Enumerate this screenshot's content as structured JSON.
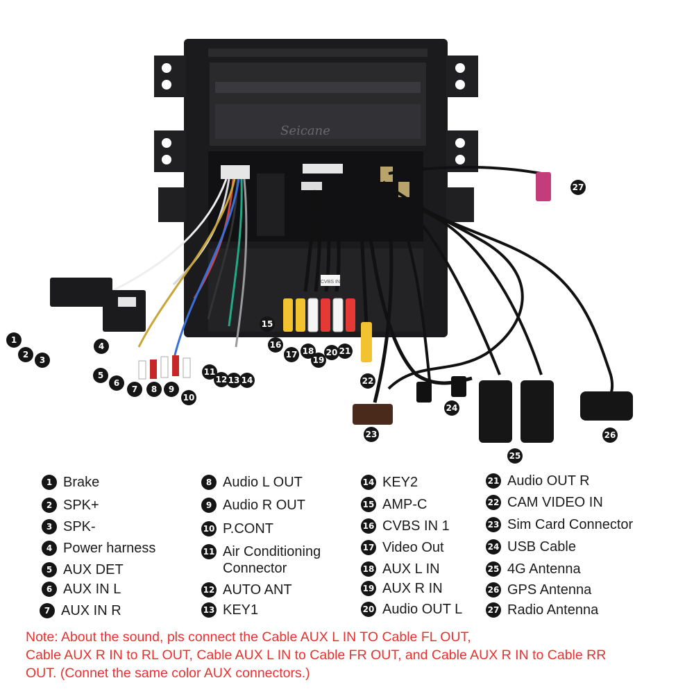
{
  "brand": "Seicane",
  "colors": {
    "callout": "#151515",
    "note": "#e8302d",
    "unit": "#1b1b1d"
  },
  "diagram_label": "CVBS IN",
  "callouts": [
    {
      "n": "1"
    },
    {
      "n": "2"
    },
    {
      "n": "3"
    },
    {
      "n": "4"
    },
    {
      "n": "5"
    },
    {
      "n": "6"
    },
    {
      "n": "7"
    },
    {
      "n": "8"
    },
    {
      "n": "9"
    },
    {
      "n": "10"
    },
    {
      "n": "11"
    },
    {
      "n": "12"
    },
    {
      "n": "13"
    },
    {
      "n": "14"
    },
    {
      "n": "15"
    },
    {
      "n": "16"
    },
    {
      "n": "17"
    },
    {
      "n": "18"
    },
    {
      "n": "19"
    },
    {
      "n": "20"
    },
    {
      "n": "21"
    },
    {
      "n": "22"
    },
    {
      "n": "23"
    },
    {
      "n": "24"
    },
    {
      "n": "25"
    },
    {
      "n": "26"
    },
    {
      "n": "27"
    }
  ],
  "legend": [
    {
      "n": "1",
      "label": "Brake"
    },
    {
      "n": "2",
      "label": "SPK+"
    },
    {
      "n": "3",
      "label": "SPK-"
    },
    {
      "n": "4",
      "label": "Power harness"
    },
    {
      "n": "5",
      "label": "AUX DET"
    },
    {
      "n": "6",
      "label": "AUX IN L"
    },
    {
      "n": "7",
      "label": "AUX IN R"
    },
    {
      "n": "8",
      "label": "Audio L OUT"
    },
    {
      "n": "9",
      "label": "Audio R OUT"
    },
    {
      "n": "10",
      "label": "P.CONT"
    },
    {
      "n": "11",
      "label": "Air Conditioning\nConnector"
    },
    {
      "n": "12",
      "label": "AUTO ANT"
    },
    {
      "n": "13",
      "label": "KEY1"
    },
    {
      "n": "14",
      "label": "KEY2"
    },
    {
      "n": "15",
      "label": "AMP-C"
    },
    {
      "n": "16",
      "label": "CVBS IN 1"
    },
    {
      "n": "17",
      "label": "Video Out"
    },
    {
      "n": "18",
      "label": "AUX L IN"
    },
    {
      "n": "19",
      "label": "AUX R IN"
    },
    {
      "n": "20",
      "label": "Audio OUT L"
    },
    {
      "n": "21",
      "label": "Audio OUT R"
    },
    {
      "n": "22",
      "label": "CAM VIDEO IN"
    },
    {
      "n": "23",
      "label": "Sim Card Connector"
    },
    {
      "n": "24",
      "label": "USB Cable"
    },
    {
      "n": "25",
      "label": "4G Antenna"
    },
    {
      "n": "26",
      "label": "GPS Antenna"
    },
    {
      "n": "27",
      "label": "Radio Antenna"
    }
  ],
  "note": {
    "line1": "Note: About the sound, pls connect the Cable AUX L IN TO Cable FL OUT,",
    "line2": "Cable AUX R IN to RL OUT, Cable AUX L IN to Cable FR OUT, and Cable AUX R IN to Cable RR",
    "line3": "OUT. (Connet the same color AUX connectors.)"
  }
}
